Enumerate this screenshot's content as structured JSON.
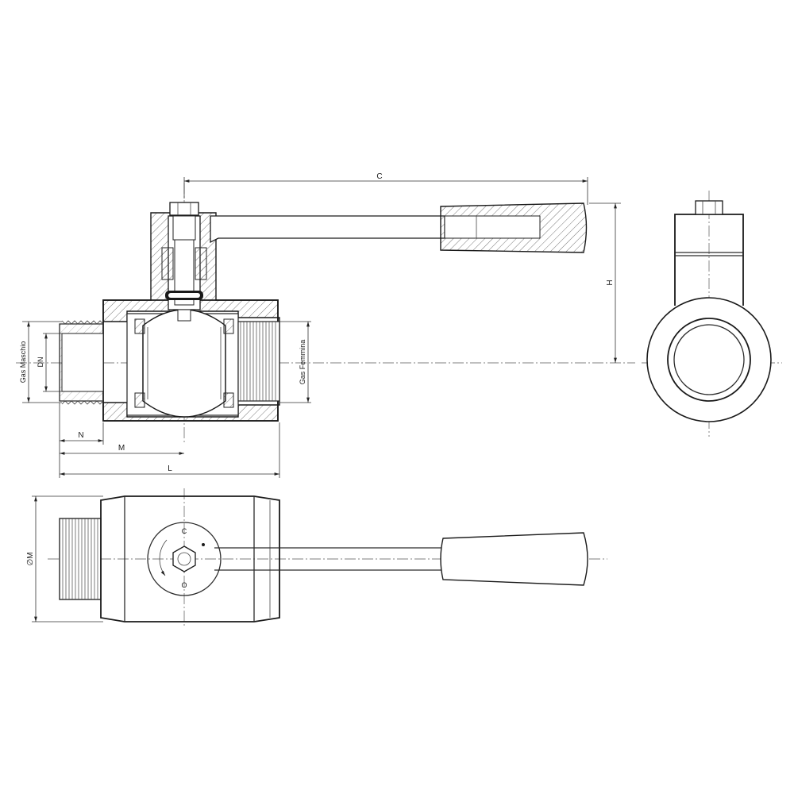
{
  "labels": {
    "C": "C",
    "H": "H",
    "N": "N",
    "M": "M",
    "L": "L",
    "DN": "DN",
    "gas_maschio": "Gas Maschio",
    "gas_femmina": "Gas Femmina",
    "diam_M": "∅M",
    "mark_C": "C",
    "mark_O": "O"
  }
}
